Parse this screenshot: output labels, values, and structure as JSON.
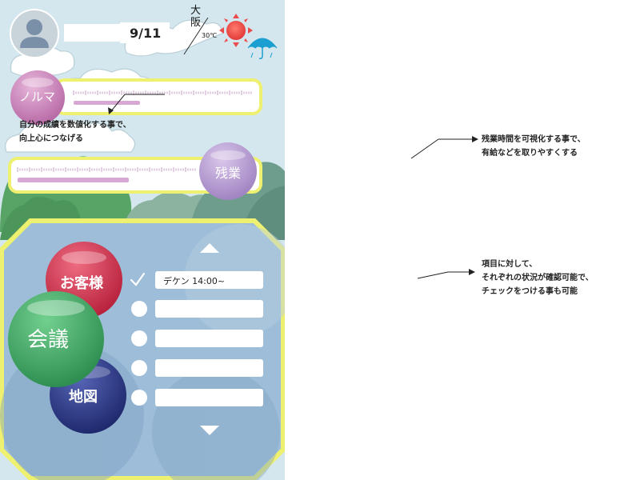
{
  "header": {
    "date": "9/11",
    "city": "大阪",
    "temperature": "30℃",
    "name_value": ""
  },
  "quota": {
    "label": "ノルマ",
    "progress": 0.37
  },
  "overtime": {
    "label": "残業",
    "progress": 0.62
  },
  "categories": {
    "customer": "お客様",
    "meeting": "会議",
    "map": "地図"
  },
  "list": {
    "items": [
      {
        "checked": true,
        "text": "デケン 14:00~"
      },
      {
        "checked": false,
        "text": ""
      },
      {
        "checked": false,
        "text": ""
      },
      {
        "checked": false,
        "text": ""
      },
      {
        "checked": false,
        "text": ""
      }
    ]
  },
  "annotations": {
    "quota_lines": [
      "自分の成績を数値化する事で、",
      "向上心につなげる"
    ],
    "overtime_lines": [
      "残業時間を可視化する事で、",
      "有給などを取りやすくする"
    ],
    "list_lines": [
      "項目に対して、",
      "それぞれの状況が確認可能で、",
      "チェックをつける事も可能"
    ]
  },
  "colors": {
    "sky": "#d5e7ee",
    "frame_yellow": "#f0ec72",
    "bar_fill": "#d7a8d4",
    "quota_ball": "#c97db7",
    "overtime_ball": "#b59bd0",
    "customer_ball": "#d63c56",
    "meeting_ball": "#3fae67",
    "map_ball": "#2f3b8c",
    "sun": "#ea4b4b",
    "umbrella": "#1b9fd1"
  }
}
